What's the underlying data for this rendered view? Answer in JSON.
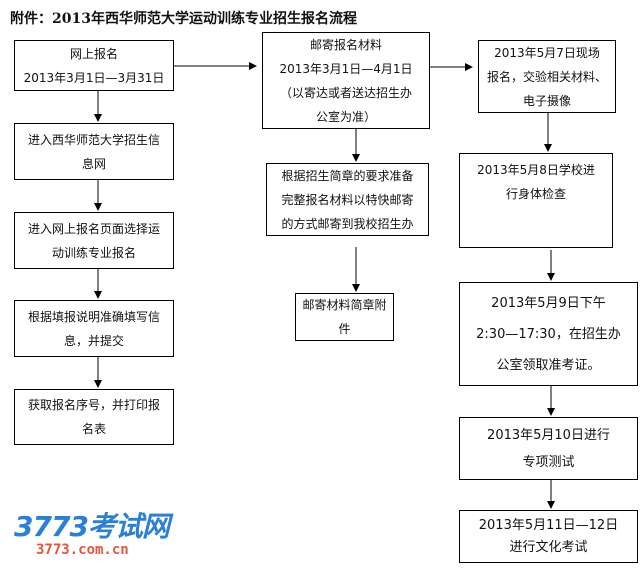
{
  "title": "附件：2013年西华师范大学运动训练专业招生报名流程",
  "left_column": [
    {
      "lines": [
        "网上报名",
        "2013年3月1日—3月31日"
      ]
    },
    {
      "lines": [
        "进入西华师范大学招生信",
        "息网"
      ]
    },
    {
      "lines": [
        "进入网上报名页面选择运",
        "动训练专业报名"
      ]
    },
    {
      "lines": [
        "根据填报说明准确填写信",
        "息，并提交"
      ]
    },
    {
      "lines": [
        "获取报名序号，并打印报",
        "名表"
      ]
    }
  ],
  "middle_column": [
    {
      "lines": [
        "邮寄报名材料",
        "2013年3月1日—4月1日",
        "（以寄达或者送达招生办",
        "公室为准）"
      ]
    },
    {
      "lines": [
        "根据招生简章的要求准备",
        "完整报名材料以特快邮寄",
        "的方式邮寄到我校招生办"
      ]
    },
    {
      "lines": [
        "邮寄材料简章附",
        "件"
      ]
    }
  ],
  "right_column": [
    {
      "lines": [
        "2013年5月7日现场",
        "报名，交验相关材料、",
        "电子摄像"
      ]
    },
    {
      "lines": [
        "2013年5月8日学校进",
        "行身体检查"
      ]
    },
    {
      "lines": [
        "2013年5月9日下午",
        "2:30—17:30，在招生办",
        "公室领取准考证。"
      ]
    },
    {
      "lines": [
        "2013年5月10日进行",
        "专项测试"
      ]
    },
    {
      "lines": [
        "2013年5月11日—12日",
        "进行文化考试"
      ]
    }
  ],
  "watermark": {
    "brand": "3773考试网",
    "url": "3773.com.cn"
  }
}
